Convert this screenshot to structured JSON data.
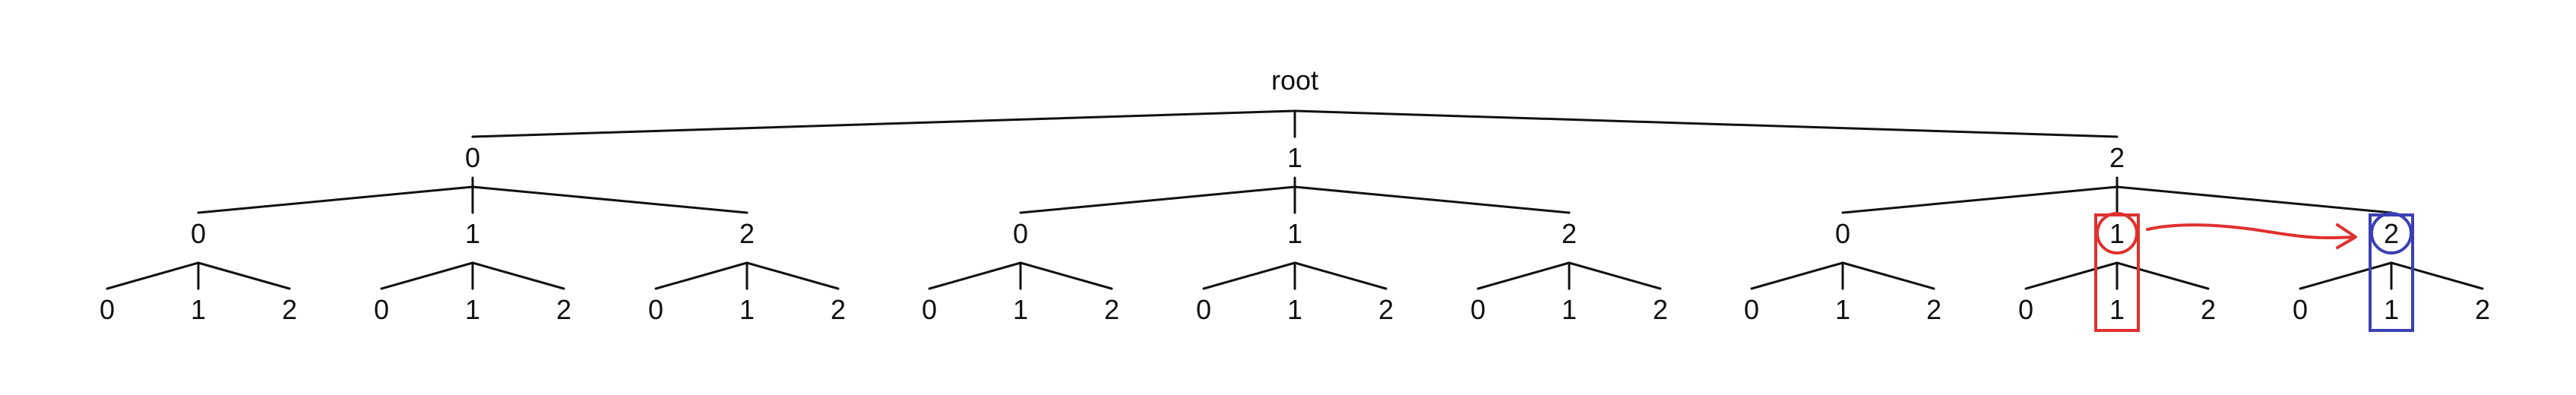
{
  "tree": {
    "root_label": "root",
    "level1": [
      "0",
      "1",
      "2"
    ],
    "level2": [
      "0",
      "1",
      "2"
    ],
    "level3": [
      "0",
      "1",
      "2"
    ]
  },
  "highlights": {
    "red": {
      "color": "#e0302f",
      "path": [
        "2",
        "1",
        "1"
      ]
    },
    "blue": {
      "color": "#3b3fb4",
      "path": [
        "2",
        "2",
        "1"
      ]
    },
    "arrow_color": "#e0302f"
  }
}
